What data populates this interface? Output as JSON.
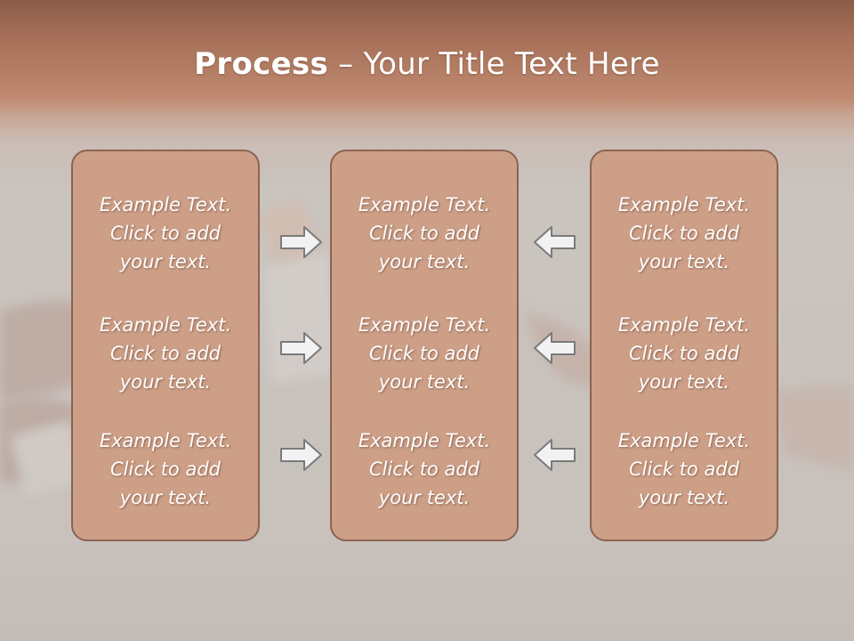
{
  "slide": {
    "title_bold": "Process",
    "title_rest": " – Your Title Text Here"
  },
  "columns": [
    {
      "blocks": [
        "Example Text.\nClick  to add\nyour text.",
        "Example Text.\nClick  to add\nyour text.",
        "Example Text.\nClick  to add\nyour text."
      ]
    },
    {
      "blocks": [
        "Example Text.\nClick  to add\nyour text.",
        "Example Text.\nClick  to add\nyour text.",
        "Example Text.\nClick  to add\nyour text."
      ]
    },
    {
      "blocks": [
        "Example Text.\nClick  to add\nyour text.",
        "Example Text.\nClick  to add\nyour text.",
        "Example Text.\nClick  to add\nyour text."
      ]
    }
  ],
  "arrows": {
    "left_group_direction": "right",
    "right_group_direction": "left",
    "icon": "block-arrow-icon"
  },
  "colors": {
    "panel_fill": "#cd9f87",
    "panel_border": "#8b6354",
    "header_band": "#a66f58",
    "text": "#ffffff",
    "arrow_fill": "#f2f2f2",
    "arrow_stroke": "#7a7a7a"
  }
}
